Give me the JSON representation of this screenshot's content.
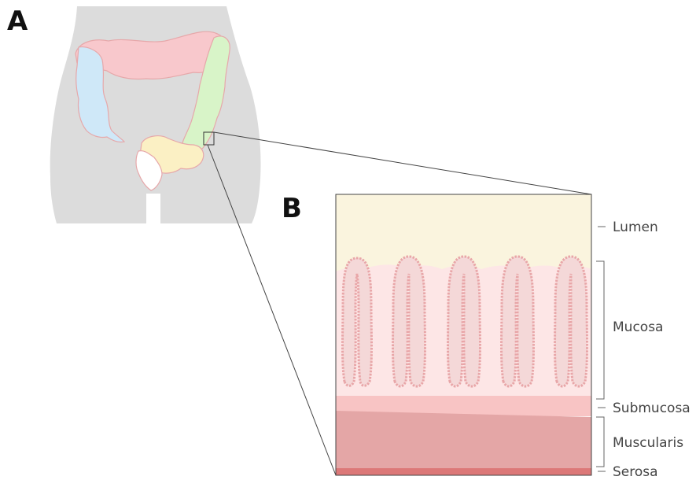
{
  "panels": {
    "a_label": "A",
    "b_label": "B"
  },
  "layers": {
    "lumen": "Lumen",
    "mucosa": "Mucosa",
    "submucosa": "Submucosa",
    "muscularis": "Muscularis",
    "serosa": "Serosa"
  },
  "colors": {
    "body_silhouette": "#dcdcdc",
    "transverse_colon": "#f8c8cc",
    "ascending_colon": "#cfe8f8",
    "descending_colon": "#d8f4c8",
    "sigmoid_colon": "#fbf0c4",
    "rectum": "#ffffff",
    "colon_outline": "#e6a8aa",
    "lumen": "#faf4de",
    "mucosa": "#fde6e6",
    "crypt_inner": "#f4d8d8",
    "crypt_cells": "#e8a6a8",
    "submucosa": "#f8c4c4",
    "muscularis": "#e4a6a6",
    "serosa": "#dc7878"
  }
}
